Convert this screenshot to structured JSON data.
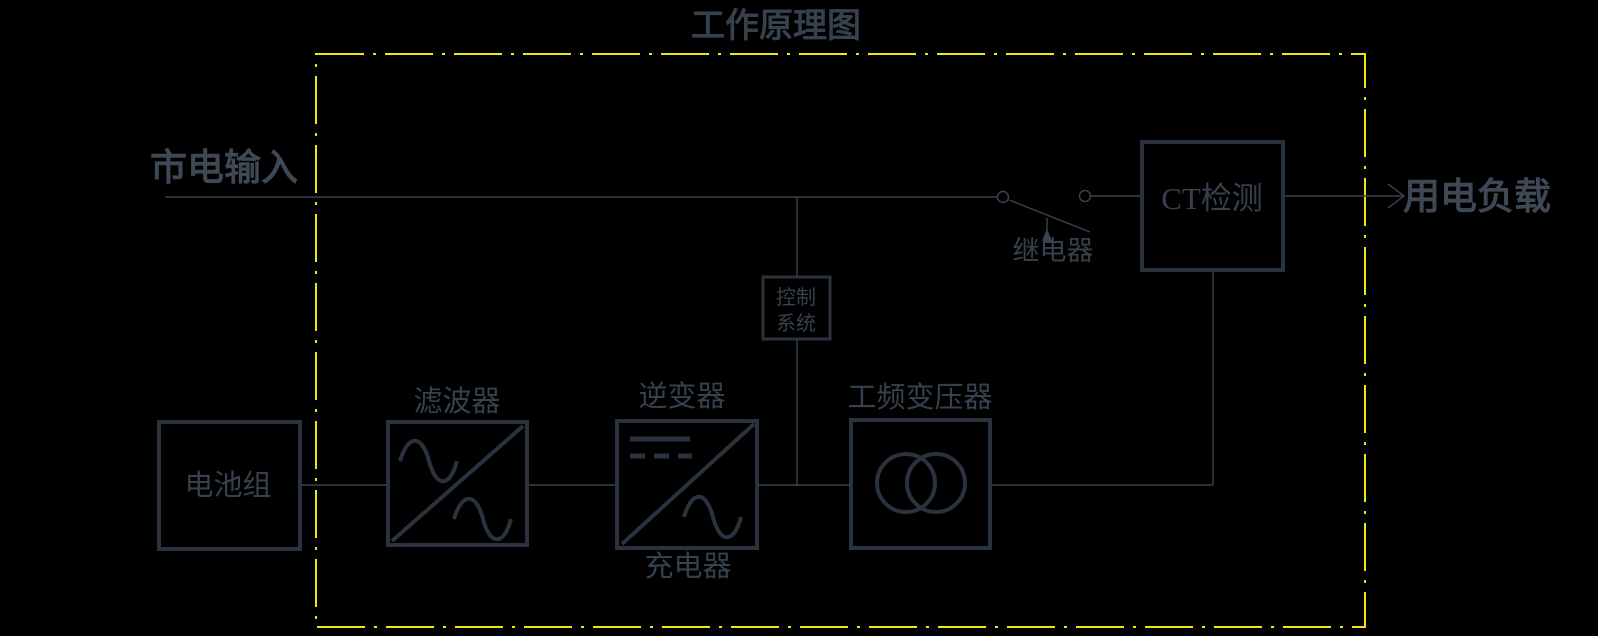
{
  "title": "工作原理图",
  "colors": {
    "background": "#000000",
    "line": "#3a434f",
    "box_border": "#29323d",
    "text": "#37414d",
    "text_bright": "#3f4955",
    "dashed_border": "#f0e614"
  },
  "labels": {
    "mains_input": "市电输入",
    "load": "用电负载",
    "relay": "继电器",
    "ct_detection": "CT检测",
    "control_line1": "控制",
    "control_line2": "系统",
    "battery": "电池组",
    "filter": "滤波器",
    "inverter": "逆变器",
    "charger": "充电器",
    "transformer": "工频变压器"
  }
}
